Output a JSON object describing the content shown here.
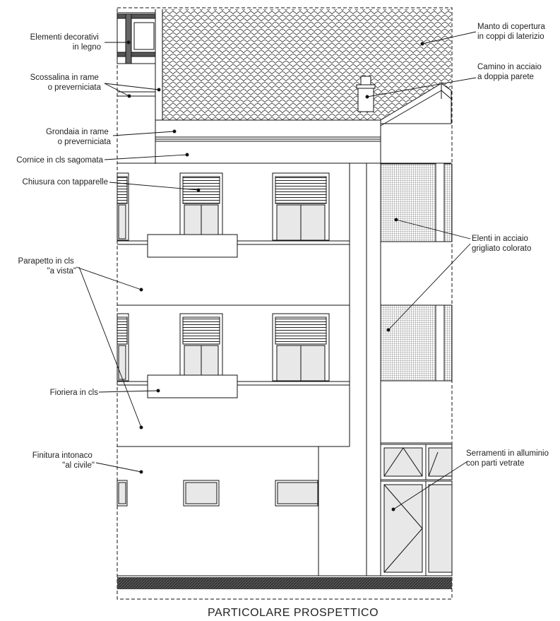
{
  "caption": "PARTICOLARE PROSPETTICO",
  "labels": {
    "elementi_decorativi": [
      "Elementi decorativi",
      "in legno"
    ],
    "scossalina": [
      "Scossalina in rame",
      "o preverniciata"
    ],
    "grondaia": [
      "Grondaia in rame",
      "o preverniciata"
    ],
    "cornice": [
      "Cornice in cls sagomata"
    ],
    "chiusura": [
      "Chiusura con tapparelle"
    ],
    "parapetto": [
      "Parapetto in cls",
      "\"a vista\""
    ],
    "fioriera": [
      "Fioriera in cls"
    ],
    "finitura": [
      "Finitura intonaco",
      "\"al civile\""
    ],
    "manto": [
      "Manto di copertura",
      "in coppi di laterizio"
    ],
    "camino": [
      "Camino in acciaio",
      "a doppia parete"
    ],
    "elenti": [
      "Elenti in acciaio",
      "grigliato colorato"
    ],
    "serramenti": [
      "Serramenti in alluminio",
      "con parti vetrate"
    ]
  },
  "colors": {
    "line": "#111111",
    "glass": "#e8e8e8",
    "ground": "#444444"
  }
}
